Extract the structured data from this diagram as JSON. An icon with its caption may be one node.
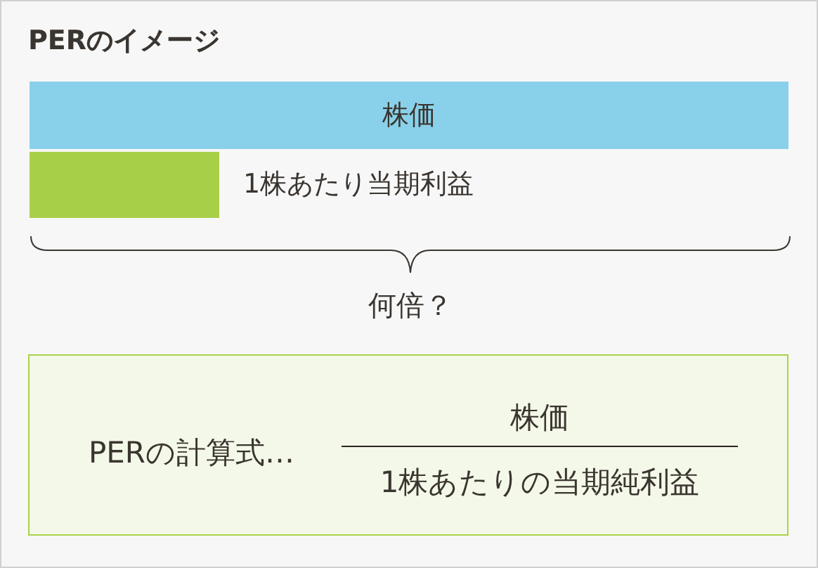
{
  "diagram": {
    "title": "PERのイメージ",
    "nodes": [
      {
        "text": [
          "株価"
        ]
      },
      {
        "text": [],
        "shape": "bar",
        "beside": [
          "1株あたり当期利益"
        ]
      },
      {
        "text": [
          "PERの計算式…",
          "株価",
          "1株あたりの当期純利益"
        ]
      }
    ],
    "labels": [
      "何倍？"
    ]
  }
}
